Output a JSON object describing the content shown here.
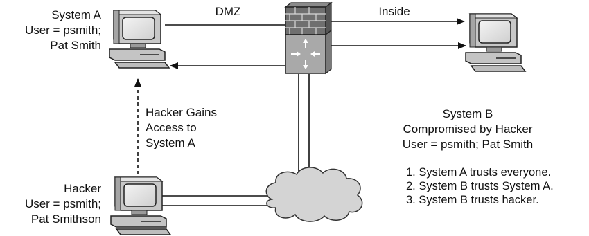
{
  "labels": {
    "dmz": "DMZ",
    "inside": "Inside"
  },
  "system_a": {
    "name": "System A",
    "user": "User = psmith;",
    "fullname": "Pat Smith"
  },
  "system_b": {
    "name": "System B",
    "status": "Compromised by Hacker",
    "user": "User = psmith; Pat Smith"
  },
  "hacker": {
    "name": "Hacker",
    "user": "User = psmith;",
    "fullname": "Pat Smithson"
  },
  "hacker_path": {
    "line1": "Hacker Gains",
    "line2": "Access to",
    "line3": "System A"
  },
  "legend": {
    "items": [
      "1. System A trusts everyone.",
      "2. System B trusts System A.",
      "3. System B trusts hacker."
    ]
  },
  "icons": {
    "computer": "desktop-computer-icon",
    "firewall": "firewall-icon",
    "cloud": "network-cloud-icon"
  },
  "colors": {
    "line": "#111111",
    "device_body": "#d9d9d9",
    "device_shade": "#9a9a9a",
    "cloud_fill": "#d4d4d4"
  }
}
